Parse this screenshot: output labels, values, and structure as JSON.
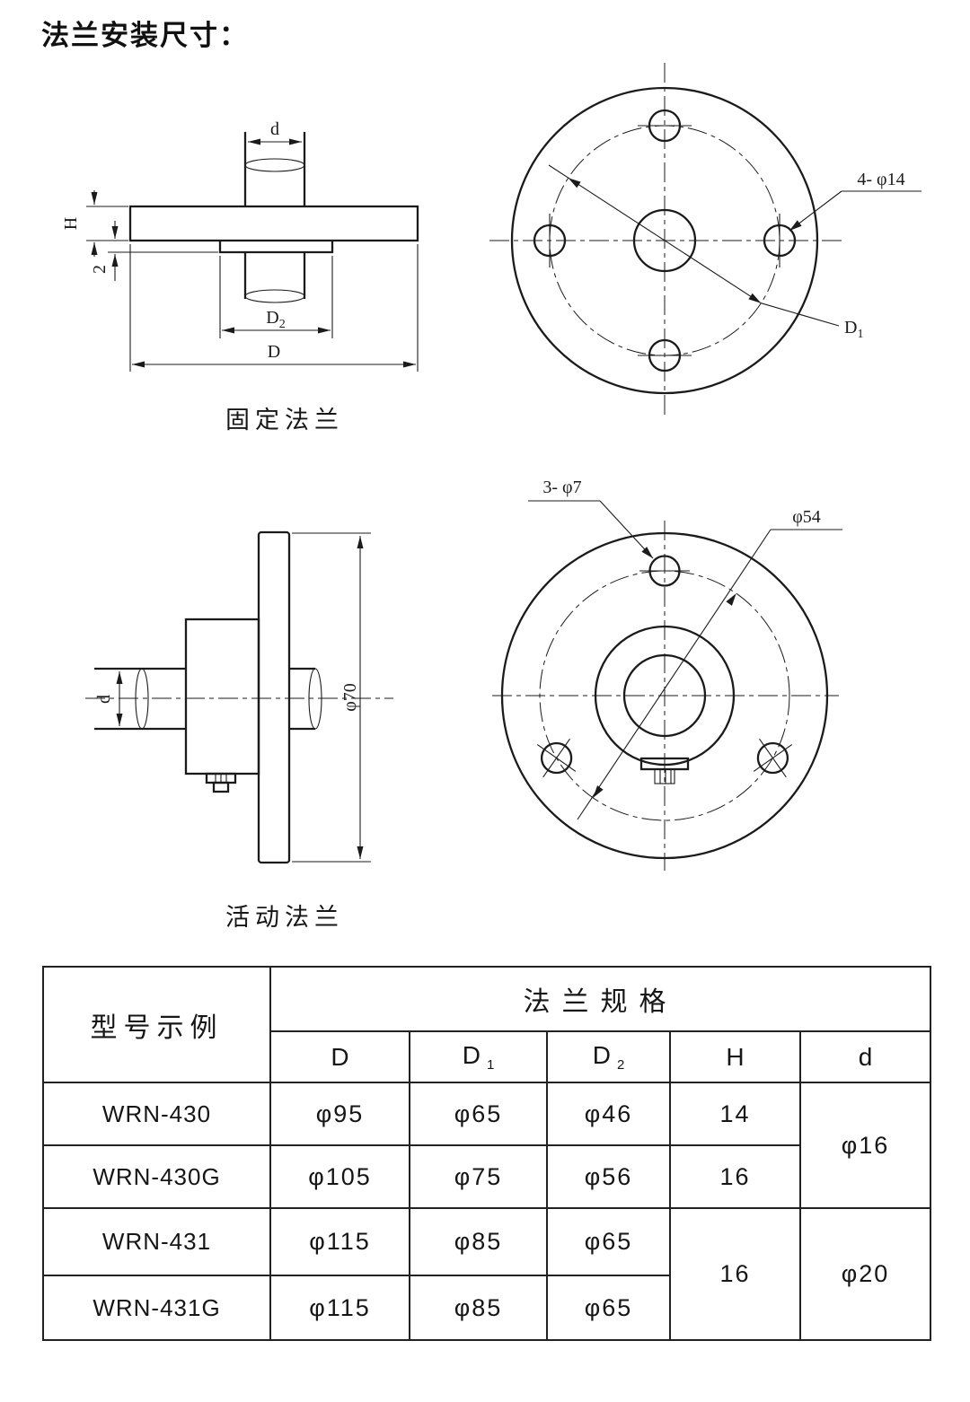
{
  "title": "法兰安装尺寸：",
  "fixed_flange": {
    "caption": "固定法兰",
    "dim_d": "d",
    "dim_H": "H",
    "dim_lip": "2",
    "dim_D": "D",
    "dim_D1": {
      "base": "D",
      "sub": "1"
    },
    "dim_D2": {
      "base": "D",
      "sub": "2"
    },
    "holes_label": "4- φ14"
  },
  "movable_flange": {
    "caption": "活动法兰",
    "dim_d": "d",
    "dim_dia70": "φ70",
    "holes_label": "3- φ7",
    "dim_dia54": "φ54"
  },
  "table": {
    "header_model": "型号示例",
    "header_spec": "法兰规格",
    "col_D": "D",
    "col_D1": {
      "base": "D",
      "sub": "1"
    },
    "col_D2": {
      "base": "D",
      "sub": "2"
    },
    "col_H": "H",
    "col_d": "d",
    "rows": [
      {
        "model": "WRN-430",
        "D": "φ95",
        "D1": "φ65",
        "D2": "φ46",
        "H": "14"
      },
      {
        "model": "WRN-430G",
        "D": "φ105",
        "D1": "φ75",
        "D2": "φ56",
        "H": "16"
      },
      {
        "model": "WRN-431",
        "D": "φ115",
        "D1": "φ85",
        "D2": "φ65"
      },
      {
        "model": "WRN-431G",
        "D": "φ115",
        "D1": "φ85",
        "D2": "φ65"
      }
    ],
    "merged": {
      "d_430_group": "φ16",
      "H_431_group": "16",
      "d_431_group": "φ20"
    }
  }
}
